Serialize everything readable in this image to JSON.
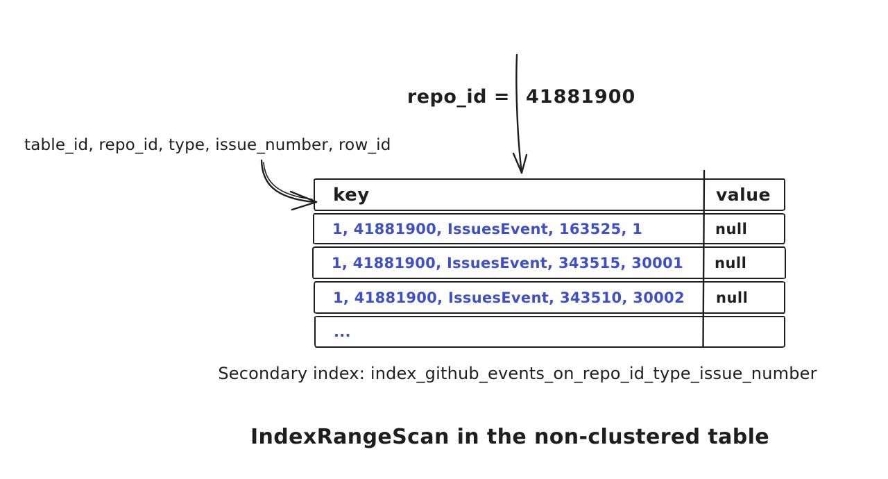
{
  "colors": {
    "ink": "#1e1e1e",
    "blue": "#3e50c3",
    "background": "#ffffff"
  },
  "annotations": {
    "filter_label": "repo_id =",
    "filter_value": "41881900",
    "index_columns": "table_id, repo_id, type, issue_number, row_id"
  },
  "table": {
    "headers": [
      "key",
      "value"
    ],
    "rows": [
      {
        "key": "1, 41881900, IssuesEvent, 163525, 1",
        "value": "null"
      },
      {
        "key": "1, 41881900, IssuesEvent, 343515, 30001",
        "value": "null"
      },
      {
        "key": "1, 41881900, IssuesEvent, 343510, 30002",
        "value": "null"
      },
      {
        "key": "...",
        "value": ""
      }
    ]
  },
  "caption": "Secondary index: index_github_events_on_repo_id_type_issue_number",
  "title": "IndexRangeScan in the non-clustered table"
}
